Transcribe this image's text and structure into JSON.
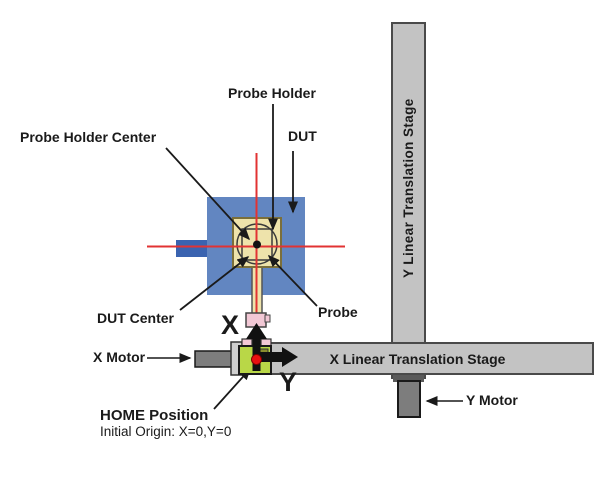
{
  "labels": {
    "probe_holder": "Probe Holder",
    "probe_holder_center": "Probe Holder Center",
    "dut": "DUT",
    "dut_center": "DUT Center",
    "probe": "Probe",
    "x_axis": "X",
    "y_axis": "Y",
    "x_motor": "X Motor",
    "y_motor": "Y Motor",
    "x_stage": "X Linear Translation Stage",
    "y_stage": "Y Linear Translation Stage",
    "home_position": "HOME Position",
    "initial_origin": "Initial Origin: X=0,Y=0"
  },
  "colors": {
    "stage_gray": "#c3c3c3",
    "stage_border": "#4a4a4a",
    "motor_gray": "#7d7d7d",
    "connector_gray": "#5a5a5a",
    "plate_gray": "#cfcfcf",
    "dut_blue": "#6286c1",
    "tab_blue": "#3a63b0",
    "holder_tan": "#eee3ab",
    "holder_border": "#7b6f3a",
    "carriage_green": "#b9d747",
    "olive": "#8a8d2e",
    "pink": "#f2c8d5",
    "home_dot_red": "#e81111",
    "crosshair_red": "#e23333",
    "line_black": "#1a1a1a"
  }
}
